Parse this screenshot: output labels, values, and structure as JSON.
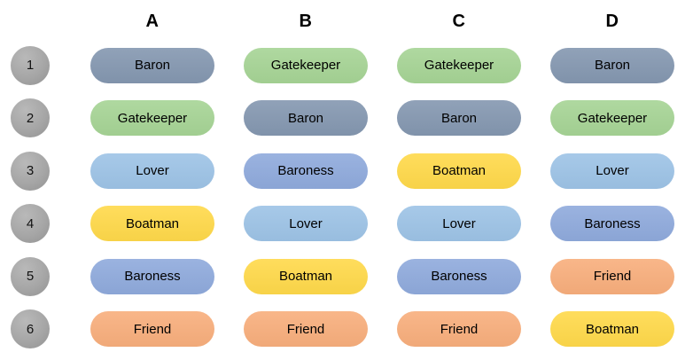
{
  "columns": [
    "A",
    "B",
    "C",
    "D"
  ],
  "rows": [
    "1",
    "2",
    "3",
    "4",
    "5",
    "6"
  ],
  "palette": {
    "Baron": "#8497B0",
    "Gatekeeper": "#A6D495",
    "Lover": "#9DC3E6",
    "Boatman": "#FFD94A",
    "Baroness": "#8FAADC",
    "Friend": "#F8AE7C"
  },
  "grid": {
    "A": [
      "Baron",
      "Gatekeeper",
      "Lover",
      "Boatman",
      "Baroness",
      "Friend"
    ],
    "B": [
      "Gatekeeper",
      "Baron",
      "Baroness",
      "Lover",
      "Boatman",
      "Friend"
    ],
    "C": [
      "Gatekeeper",
      "Baron",
      "Boatman",
      "Lover",
      "Baroness",
      "Friend"
    ],
    "D": [
      "Baron",
      "Gatekeeper",
      "Lover",
      "Baroness",
      "Friend",
      "Boatman"
    ]
  }
}
